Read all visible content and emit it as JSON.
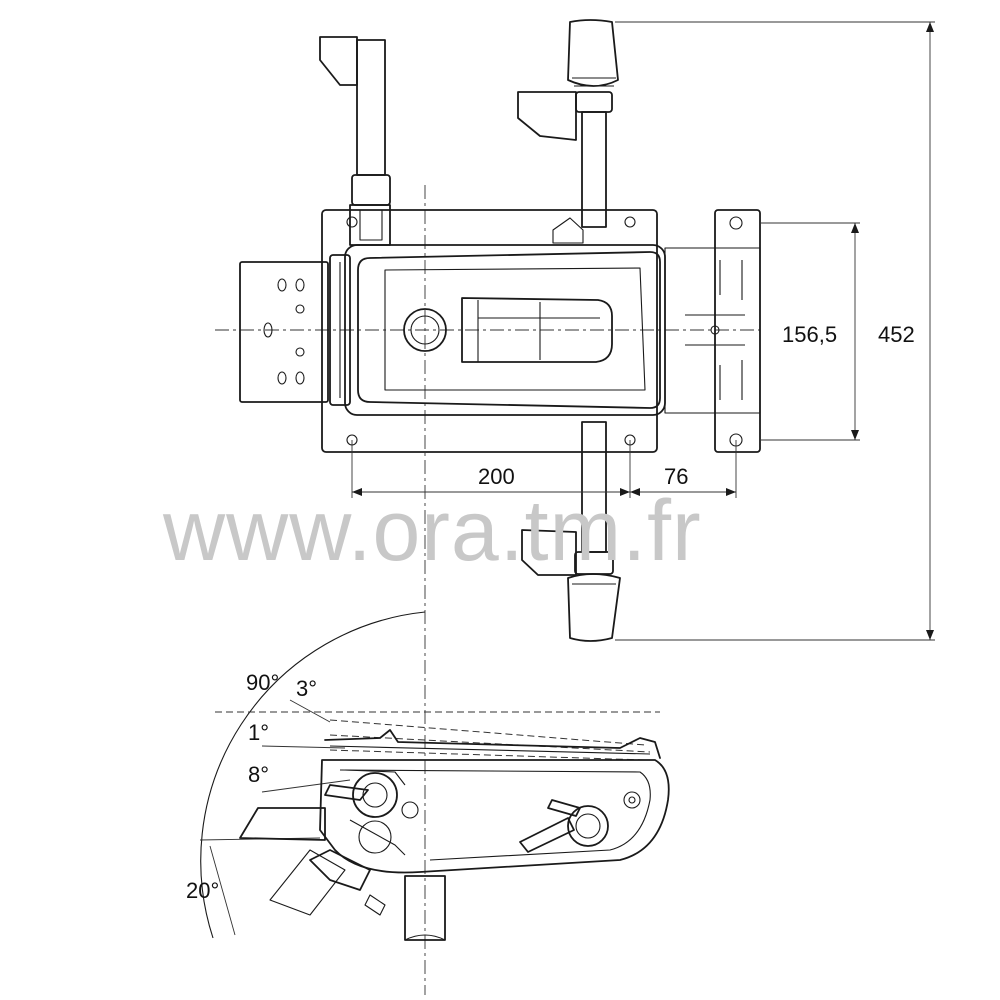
{
  "dimensions": {
    "height_total": "452",
    "mount_spacing_vertical": "156,5",
    "distance_center": "200",
    "distance_mount": "76"
  },
  "angles": {
    "a90": "90°",
    "a3": "3°",
    "a1": "1°",
    "a8": "8°",
    "a20": "20°"
  },
  "watermark": "www.ora.tm.fr"
}
